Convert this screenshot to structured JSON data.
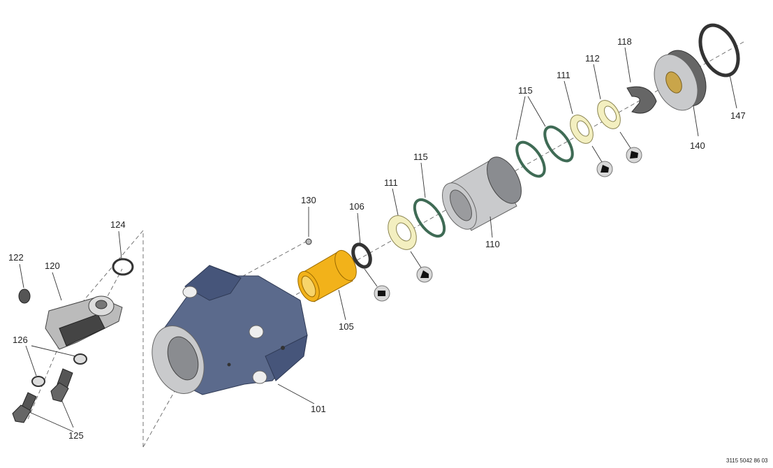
{
  "labels": {
    "p101": "101",
    "p105": "105",
    "p106": "106",
    "p110": "110",
    "p111a": "111",
    "p111b": "111",
    "p112": "112",
    "p115a": "115",
    "p115b": "115",
    "p118": "118",
    "p120": "120",
    "p122": "122",
    "p124": "124",
    "p125": "125",
    "p126": "126",
    "p130": "130",
    "p140": "140",
    "p147": "147"
  },
  "reference": "3115 5042 86 03",
  "colors": {
    "housing": "#5b6a8c",
    "bushing": "#f2b21a",
    "guide_ring": "#f3efc0",
    "o_ring": "#3f6b55",
    "metal": "#c9cacc"
  }
}
